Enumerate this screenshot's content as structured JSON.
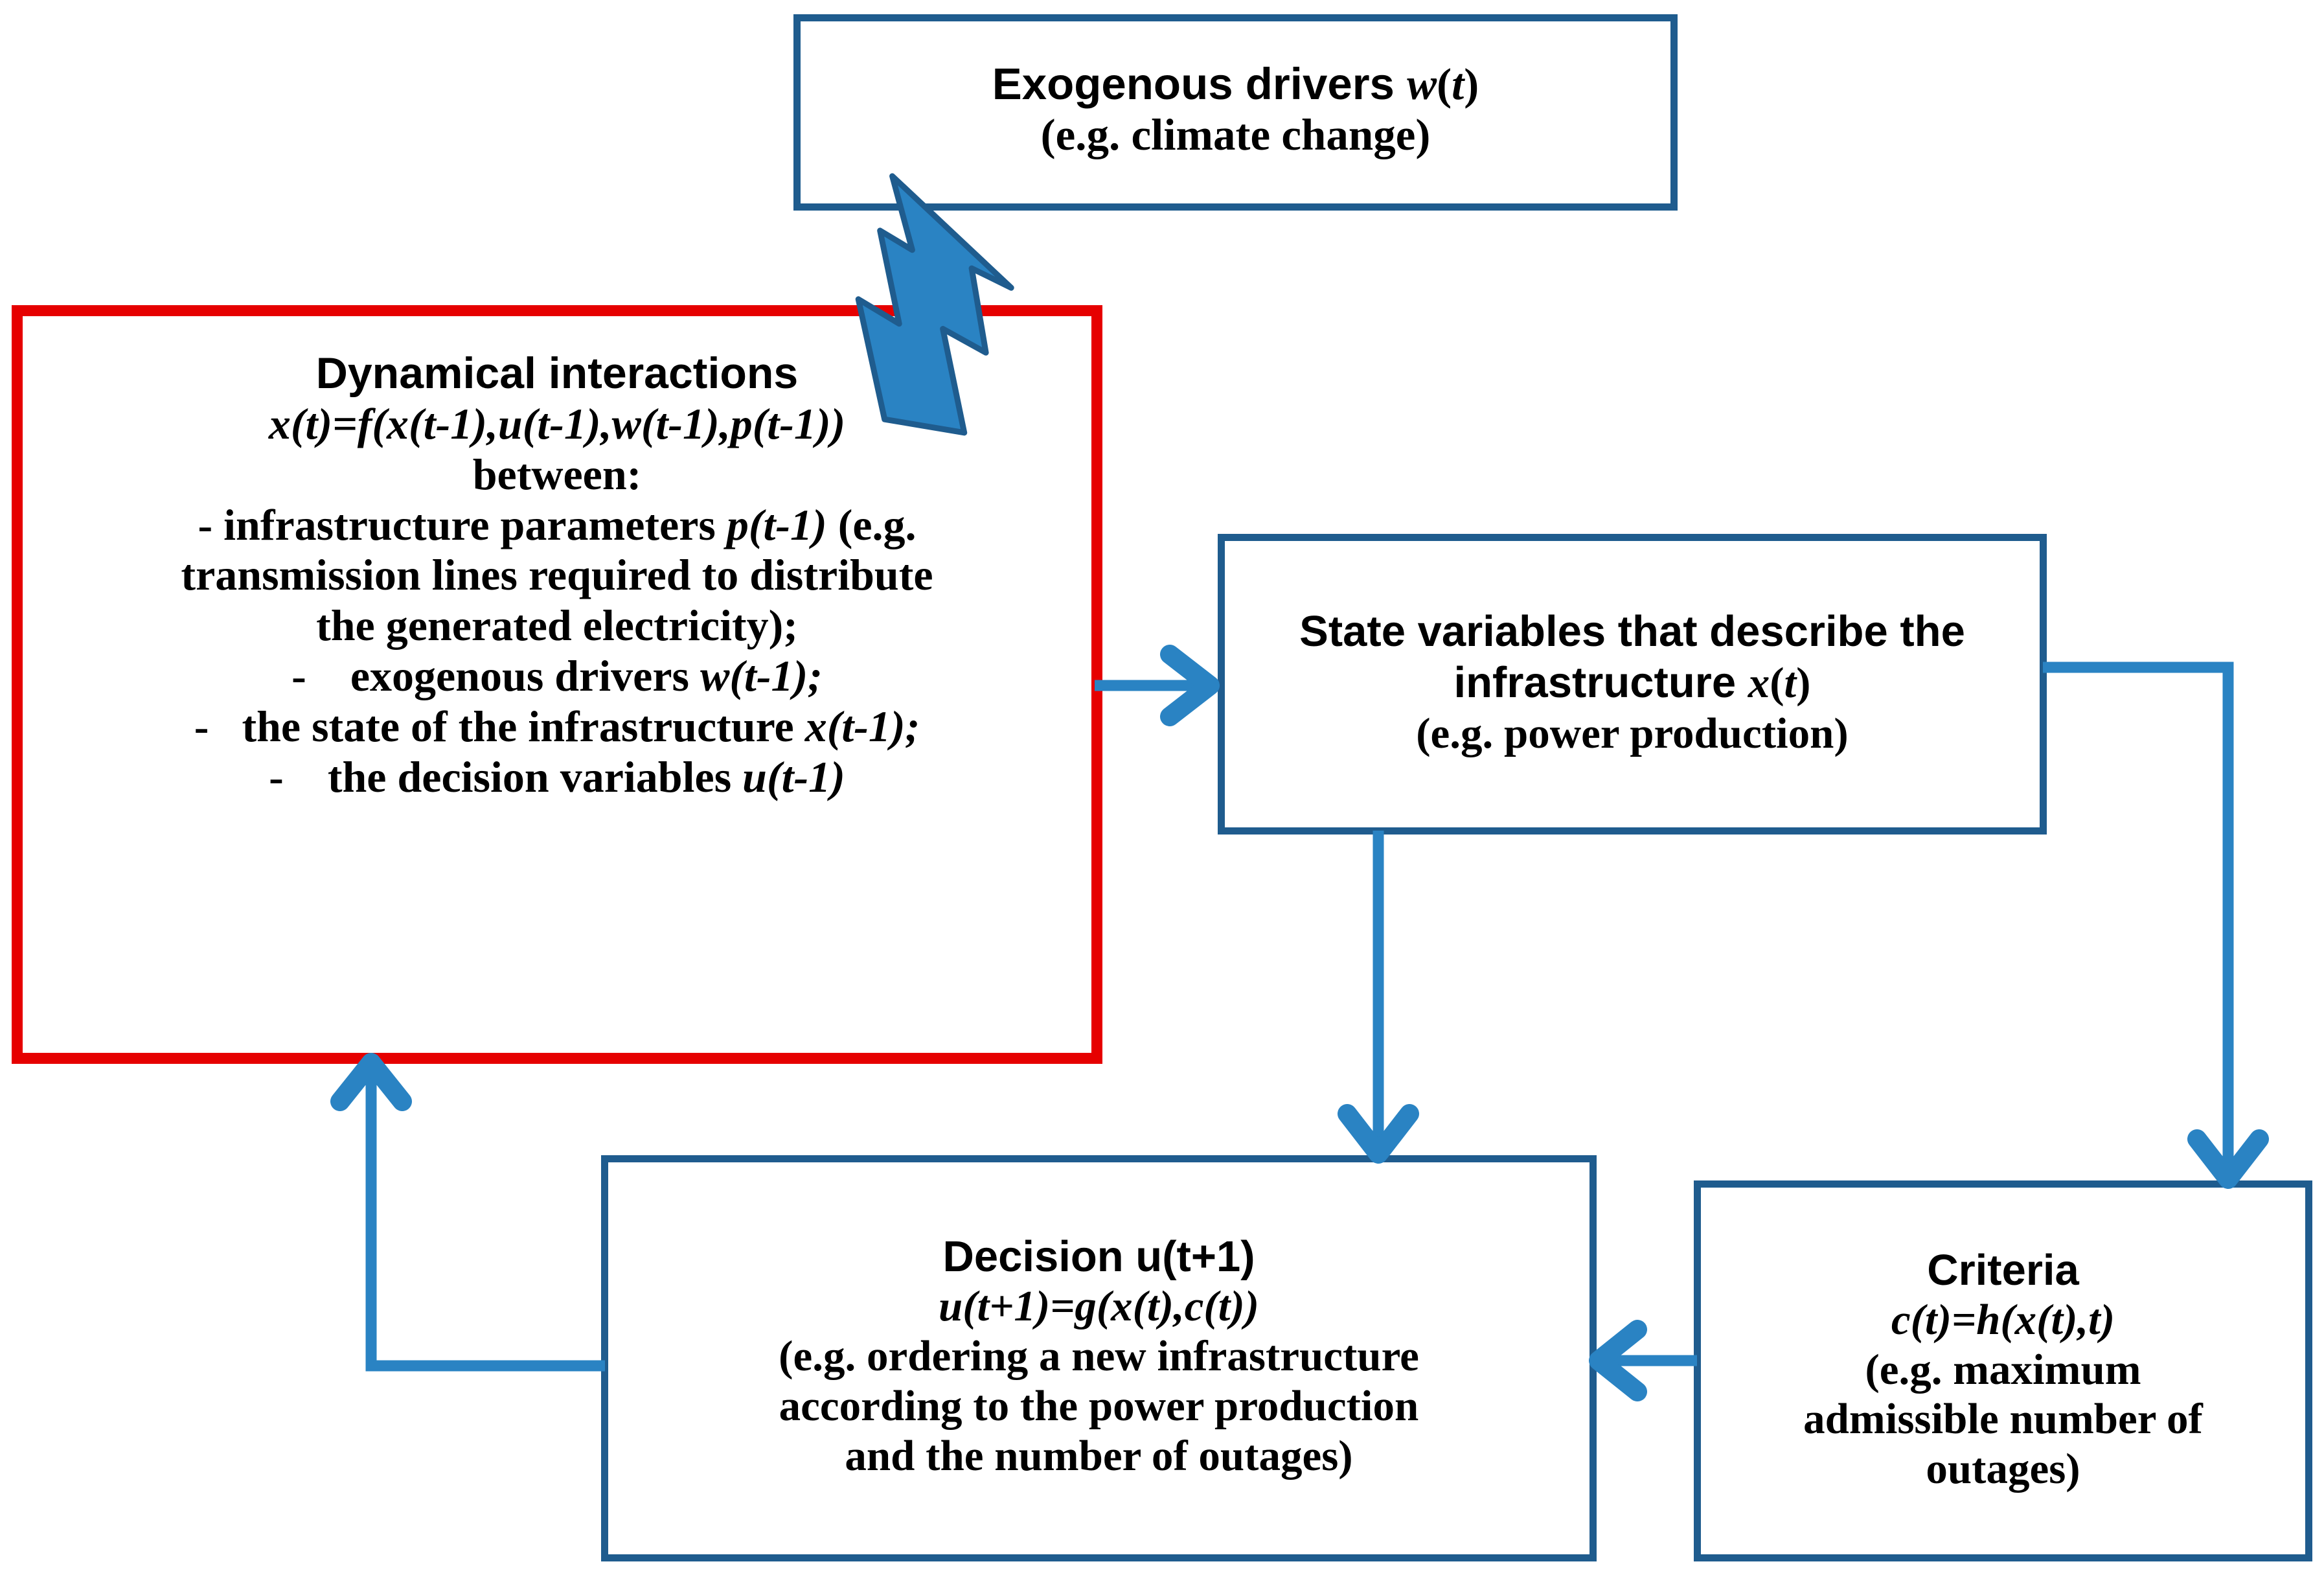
{
  "diagram": {
    "title": "Adaptive infrastructure decision-making loop",
    "colors": {
      "accent_blue": "#2a83c3",
      "border_blue": "#1f5c8e",
      "highlight_red": "#e60000",
      "background": "#ffffff",
      "text": "#000000"
    },
    "nodes": {
      "exogenous": {
        "name": "Exogenous drivers",
        "lines": [
          "Exogenous drivers w(t)",
          "(e.g. climate change)"
        ],
        "line1_a": "Exogenous drivers ",
        "line1_b": "w",
        "line1_c": "(",
        "line1_d": "t",
        "line1_e": ")",
        "line2": "(e.g. climate change)"
      },
      "dynamical": {
        "name": "Dynamical interactions",
        "heading": "Dynamical interactions",
        "formula": "x(t)=f(x(t-1),u(t-1),w(t-1),p(t-1))",
        "between": "between:",
        "bullets": [
          "- infrastructure parameters p(t-1) (e.g.",
          "transmission lines required to distribute",
          "the generated electricity);",
          "-    exogenous drivers w(t-1);",
          "-   the state of the infrastructure x(t-1);",
          "-    the decision variables u(t-1)"
        ],
        "b1_plain": "- infrastructure parameters ",
        "b1_ital": "p(t-1)",
        "b1_tail": " (e.g.",
        "b2": "transmission lines required to distribute",
        "b3": "the generated electricity);",
        "b4_dash": "-",
        "b4_plain": "exogenous drivers ",
        "b4_ital": "w(t-1);",
        "b5_dash": "-",
        "b5_plain": "the state of the infrastructure ",
        "b5_ital": "x(t-1);",
        "b6_dash": "-",
        "b6_plain": "the decision variables ",
        "b6_ital": "u(t-1)"
      },
      "state": {
        "name": "State variables",
        "lines": [
          "State variables that describe the",
          "infrastructure x(t)",
          "(e.g. power production)"
        ],
        "line1": "State variables that describe the",
        "line2_a": "infrastructure ",
        "line2_b": "x",
        "line2_c": "(",
        "line2_d": "t",
        "line2_e": ")",
        "line3": "(e.g. power production)"
      },
      "decision": {
        "name": "Decision",
        "lines": [
          "Decision u(t+1)",
          "u(t+1)=g(x(t),c(t))",
          "(e.g. ordering a new infrastructure",
          "according to the power production",
          "and the number of outages)"
        ],
        "heading": "Decision u(t+1)",
        "formula": "u(t+1)=g(x(t),c(t))",
        "line3": "(e.g. ordering a new infrastructure",
        "line4": "according to the power production",
        "line5": "and the number of outages)"
      },
      "criteria": {
        "name": "Criteria",
        "lines": [
          "Criteria",
          "c(t)=h(x(t),t)",
          "(e.g. maximum",
          "admissible number of",
          "outages)"
        ],
        "heading": "Criteria",
        "formula": "c(t)=h(x(t),t)",
        "line3": "(e.g. maximum",
        "line4": "admissible number of",
        "line5": "outages)"
      }
    },
    "connectors": [
      {
        "id": "bolt",
        "icon": "lightning-bolt-icon",
        "from": "exogenous",
        "to": "dynamical",
        "style": "lightning"
      },
      {
        "id": "dyn-to-state",
        "icon": "arrow-right-icon",
        "from": "dynamical",
        "to": "state",
        "style": "straight"
      },
      {
        "id": "state-to-decision",
        "icon": "arrow-down-icon",
        "from": "state",
        "to": "decision",
        "style": "straight"
      },
      {
        "id": "state-to-criteria",
        "icon": "arrow-elbow-down-icon",
        "from": "state",
        "to": "criteria",
        "style": "elbow"
      },
      {
        "id": "criteria-to-decision",
        "icon": "arrow-left-icon",
        "from": "criteria",
        "to": "decision",
        "style": "straight"
      },
      {
        "id": "decision-to-dynamical",
        "icon": "arrow-elbow-up-icon",
        "from": "decision",
        "to": "dynamical",
        "style": "elbow"
      }
    ]
  }
}
